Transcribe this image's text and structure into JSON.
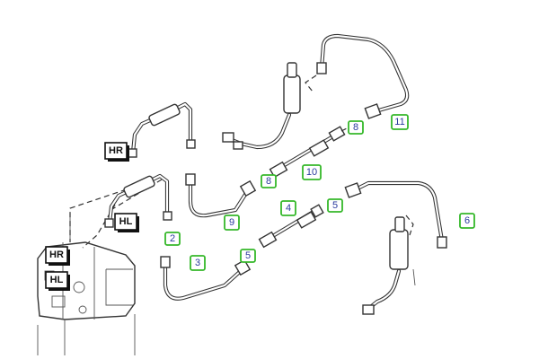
{
  "callouts": {
    "c11": "11",
    "c8a": "8",
    "c10": "10",
    "c8b": "8",
    "c9": "9",
    "c4": "4",
    "c5a": "5",
    "c6": "6",
    "c2": "2",
    "c3": "3",
    "c5b": "5"
  },
  "tags": {
    "hr_upper": "HR",
    "hl_upper": "HL",
    "hr_lower": "HR",
    "hl_lower": "HL"
  },
  "colors": {
    "callout_border": "#35b82a",
    "callout_text": "#2a3a9e",
    "line": "#333333"
  }
}
